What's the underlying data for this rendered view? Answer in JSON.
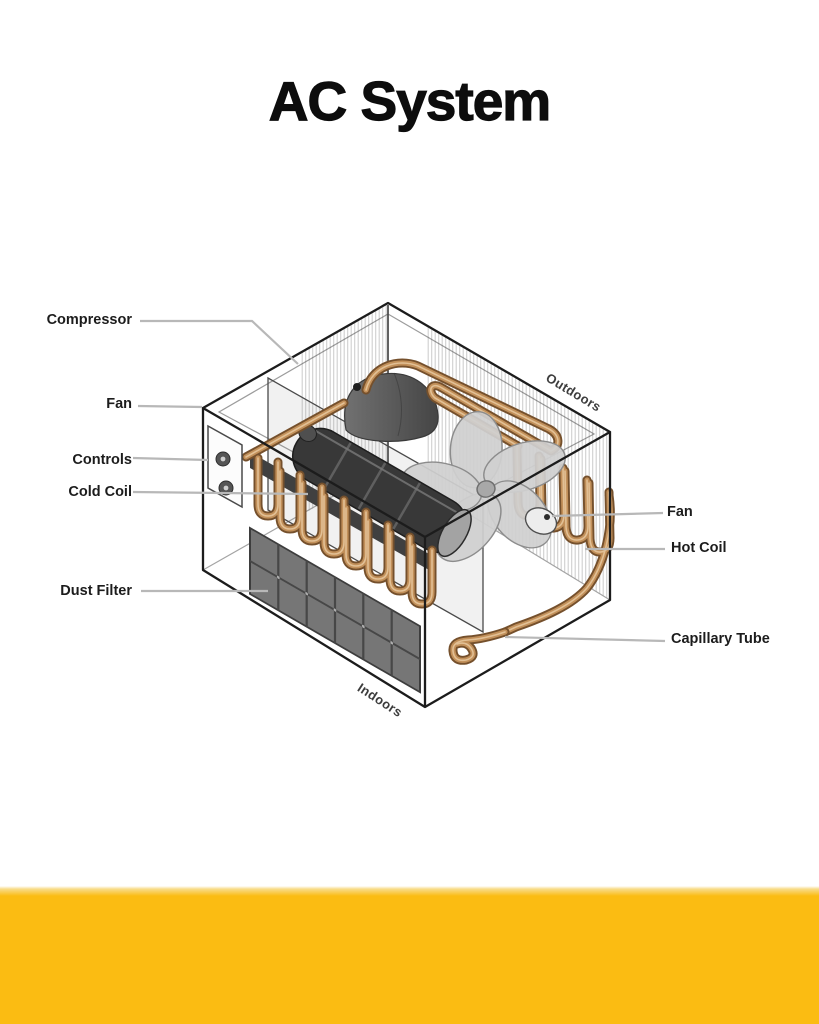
{
  "title": "AC System",
  "labels": {
    "compressor": "Compressor",
    "fan_indoor": "Fan",
    "controls": "Controls",
    "cold_coil": "Cold Coil",
    "dust_filter": "Dust Filter",
    "fan_outdoor": "Fan",
    "hot_coil": "Hot Coil",
    "capillary_tube": "Capillary Tube",
    "outdoors": "Outdoors",
    "indoors": "Indoors"
  },
  "colors": {
    "accent_band": "#FBBC12",
    "copper": "#C2905A",
    "copper_outline": "#75502C",
    "copper_highlight": "#E7C9A0",
    "leader_line": "#B8B8B8",
    "ink": "#1C1C1C"
  }
}
